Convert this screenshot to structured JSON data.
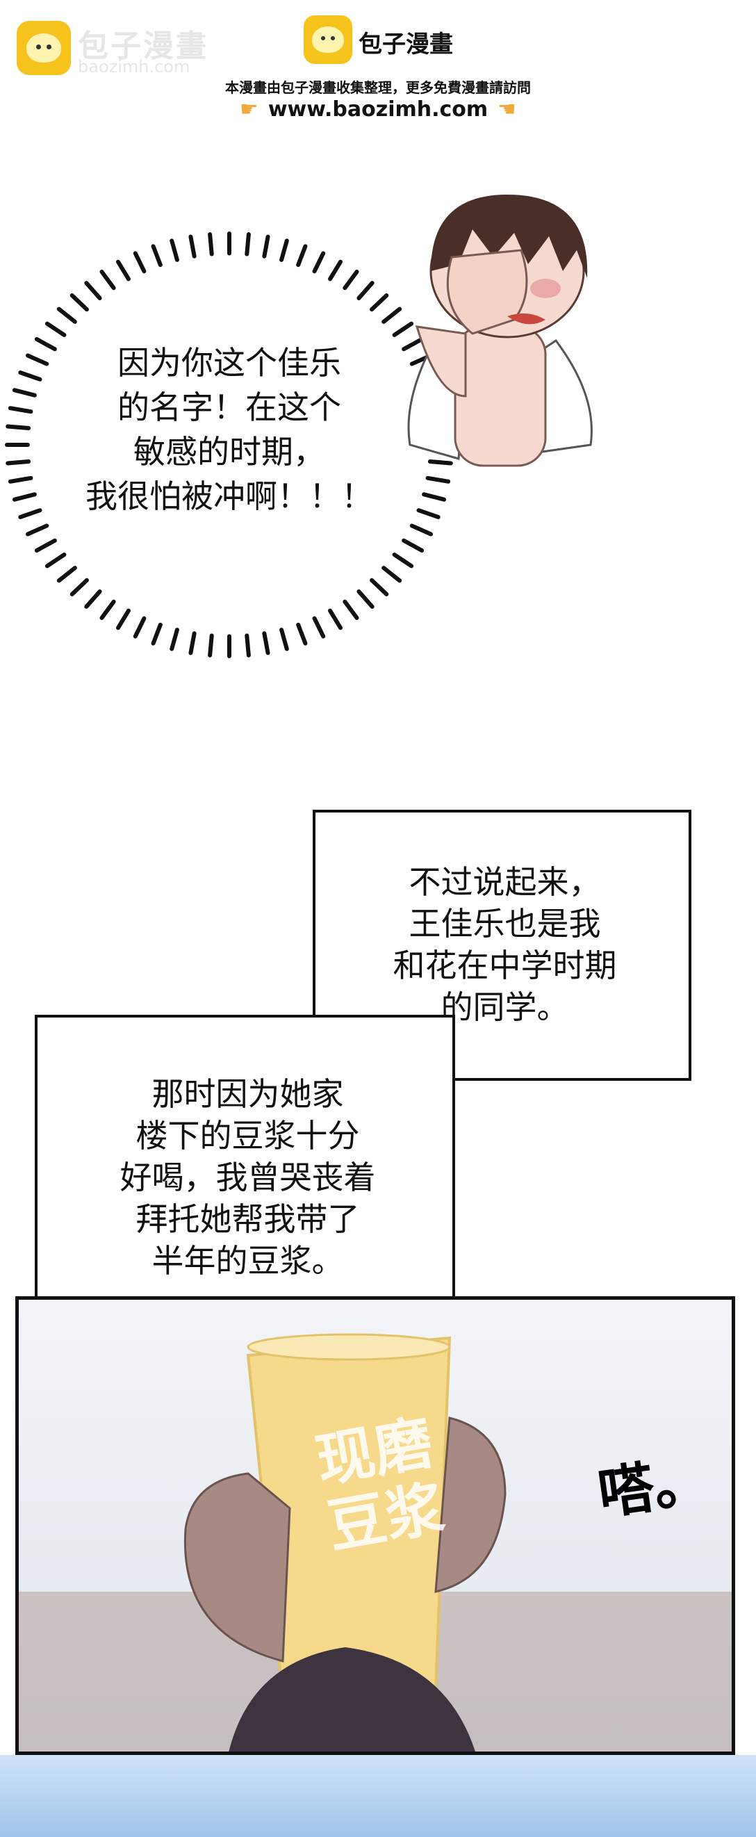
{
  "header": {
    "watermark_text": "包子漫畫",
    "watermark_url": "baozimh.com",
    "site_name": "包子漫畫",
    "notice": "本漫畫由包子漫畫收集整理，更多免費漫畫請訪問",
    "url": "www.baozimh.com",
    "hand_icon": "pointing-hand-icon"
  },
  "speech_bubble": {
    "lines": [
      "因为你这个佳乐",
      "的名字！在这个",
      "敏感的时期，",
      "我很怕被冲啊！！！"
    ]
  },
  "narration_1": {
    "lines": [
      "不过说起来，",
      "王佳乐也是我",
      "和花在中学时期",
      "的同学。"
    ]
  },
  "narration_2": {
    "lines": [
      "那时因为她家",
      "楼下的豆浆十分",
      "好喝，我曾哭丧着",
      "拜托她帮我带了",
      "半年的豆浆。"
    ]
  },
  "panel": {
    "cup_text": "现磨豆浆",
    "sfx": "嗒。"
  },
  "colors": {
    "logo": "#f6c21c",
    "hand": "#f2a93b",
    "cup": "#f6d98a",
    "skin": "#c9a79b"
  }
}
